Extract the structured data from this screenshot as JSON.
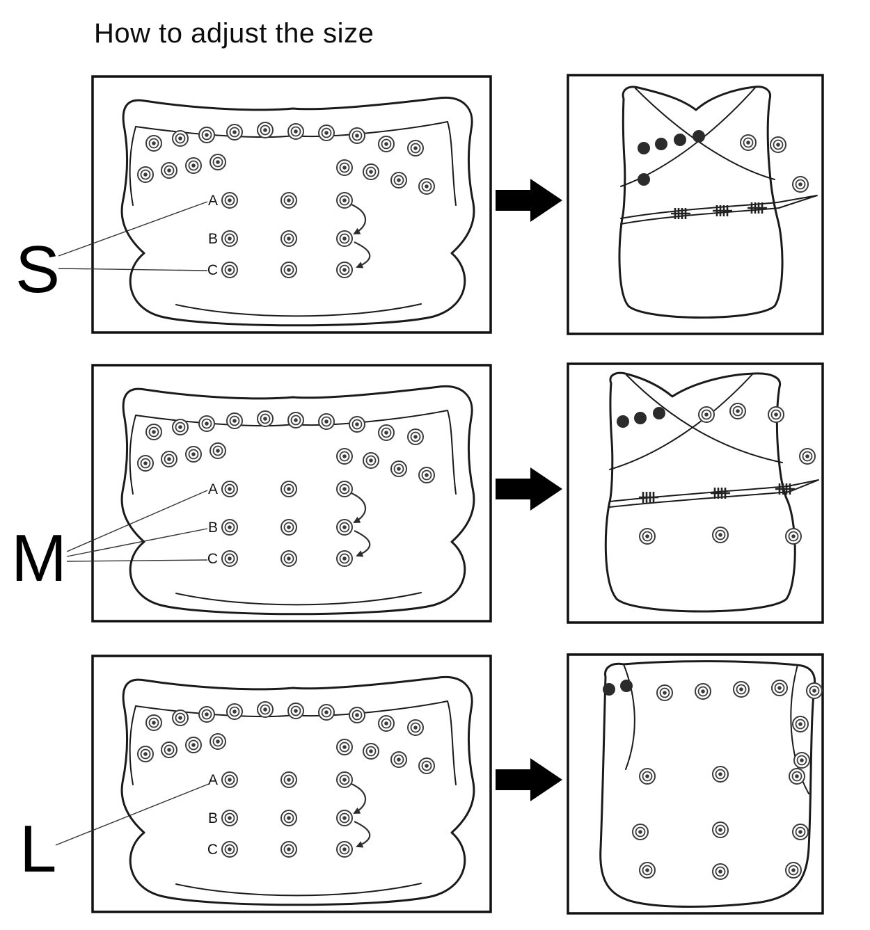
{
  "title": "How to adjust the size",
  "rows": [
    {
      "size": "S",
      "snap_labels": [
        "A",
        "B",
        "C"
      ]
    },
    {
      "size": "M",
      "snap_labels": [
        "A",
        "B",
        "C"
      ]
    },
    {
      "size": "L",
      "snap_labels": [
        "A",
        "B",
        "C"
      ]
    }
  ],
  "colors": {
    "outline": "#1a1a1a",
    "panel_border": "#111111",
    "snap_ring": "#3a3a3a",
    "snap_filled": "#2b2b2b",
    "arrow": "#000000"
  }
}
